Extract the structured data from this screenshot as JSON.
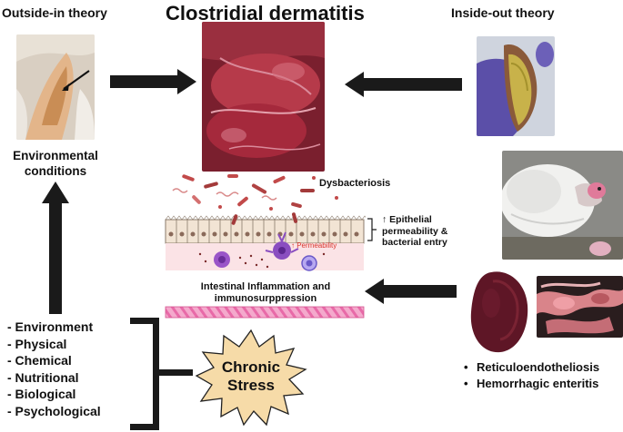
{
  "header": {
    "left_title": "Outside-in theory",
    "main_title": "Clostridial dermatitis",
    "right_title": "Inside-out theory"
  },
  "left": {
    "environmental_label_line1": "Environmental",
    "environmental_label_line2": "conditions"
  },
  "stressors": [
    "- Environment",
    "- Physical",
    "- Chemical",
    "- Nutritional",
    "- Biological",
    "- Psychological"
  ],
  "stress": {
    "line1": "Chronic",
    "line2": "Stress"
  },
  "intestine": {
    "dysbacteriosis": "Dysbacteriosis",
    "epithelial_line1": "↑ Epithelial",
    "epithelial_line2": "permeability &",
    "epithelial_line3": "bacterial entry",
    "permeability_tag": "↑ Permeability",
    "inflammation_line1": "Intestinal Inflammation and",
    "inflammation_line2": "immunosurppression"
  },
  "diseases": [
    "Reticuloendotheliosis",
    "Hemorrhagic enteritis"
  ],
  "colors": {
    "arrow": "#1a1a1a",
    "star_fill": "#f6dba8",
    "tissue_red": "#c24a4a",
    "muscle_pink": "#e86aa8",
    "permeability_text": "#d9342b"
  }
}
